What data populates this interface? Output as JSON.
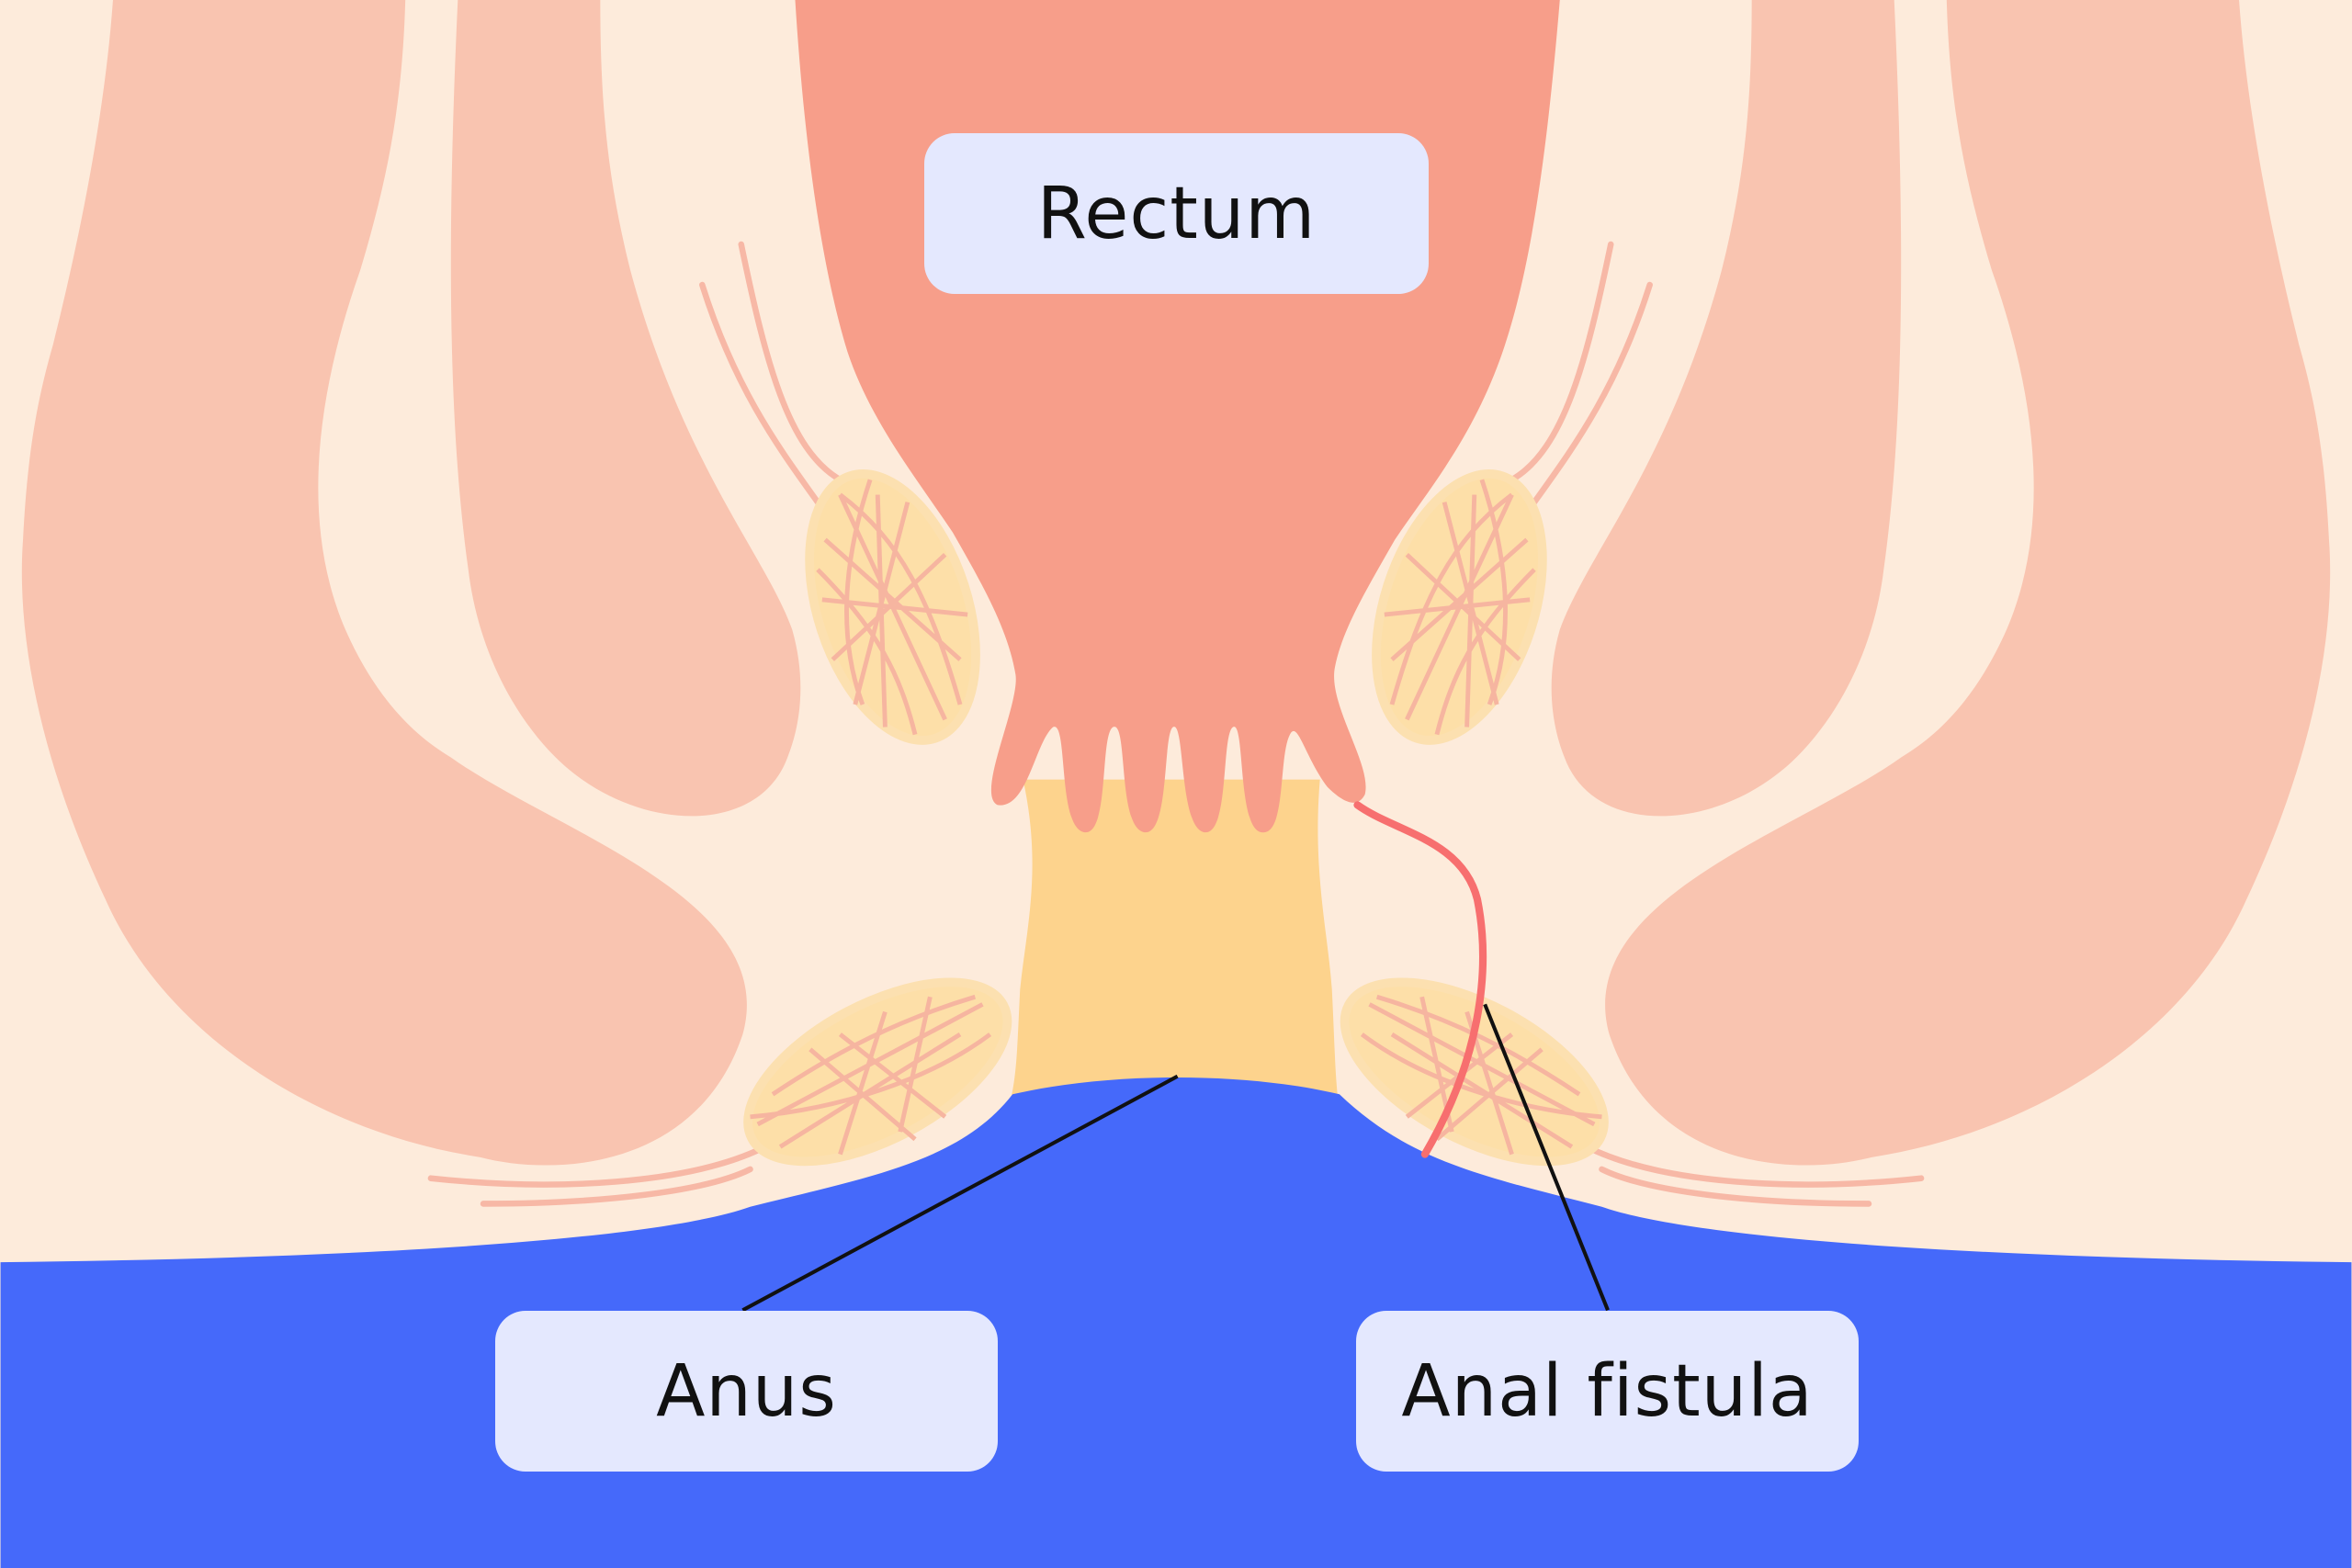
{
  "labels": {
    "rectum": "Rectum",
    "anus": "Anus",
    "fistula": "Anal fistula"
  },
  "colors": {
    "background": "#FDEBDB",
    "buttocks": "#F9C4B0",
    "rectum": "#F79E8A",
    "anal_canal": "#FDD38D",
    "skin_surface": "#4569FA",
    "label_box": "#E4E8FE",
    "fistula": "#F76F6F"
  }
}
